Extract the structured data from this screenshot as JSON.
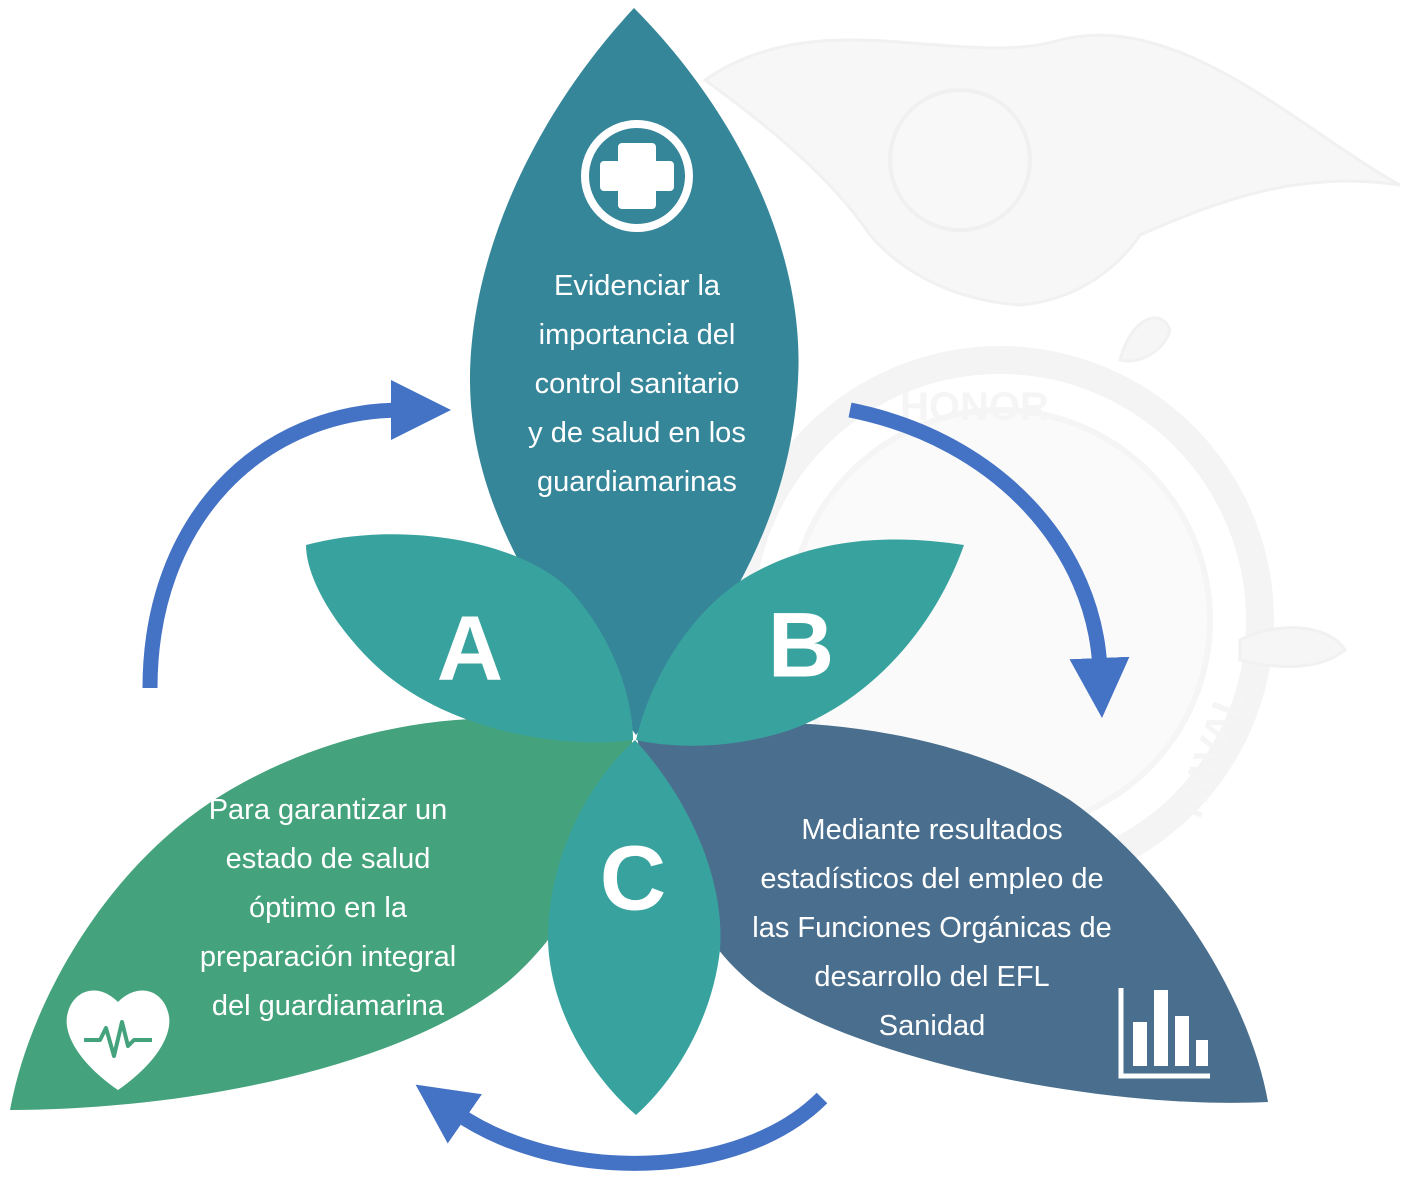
{
  "petals": {
    "top": {
      "lines": [
        "Evidenciar la",
        "importancia del",
        "control sanitario",
        "y de salud en los",
        "guardiamarinas"
      ],
      "icon": "medical-cross-icon",
      "color": "#36869A"
    },
    "right": {
      "lines": [
        "Mediante resultados",
        "estadísticos del empleo de",
        "las Funciones Orgánicas de",
        "desarrollo del EFL",
        "Sanidad"
      ],
      "icon": "bar-chart-icon",
      "color": "#4A6F8E"
    },
    "left": {
      "lines": [
        "Para garantizar un",
        "estado de salud",
        "óptimo en la",
        "preparación integral",
        "del guardiamarina"
      ],
      "icon": "heart-pulse-icon",
      "color": "#44A37C"
    }
  },
  "labels": {
    "a": "A",
    "b": "B",
    "c": "C"
  },
  "small_petal_color": "#38A39E",
  "arrow_color": "#4472C4",
  "watermark": {
    "top_word": "HONOR",
    "side_word": "NAVAL"
  }
}
